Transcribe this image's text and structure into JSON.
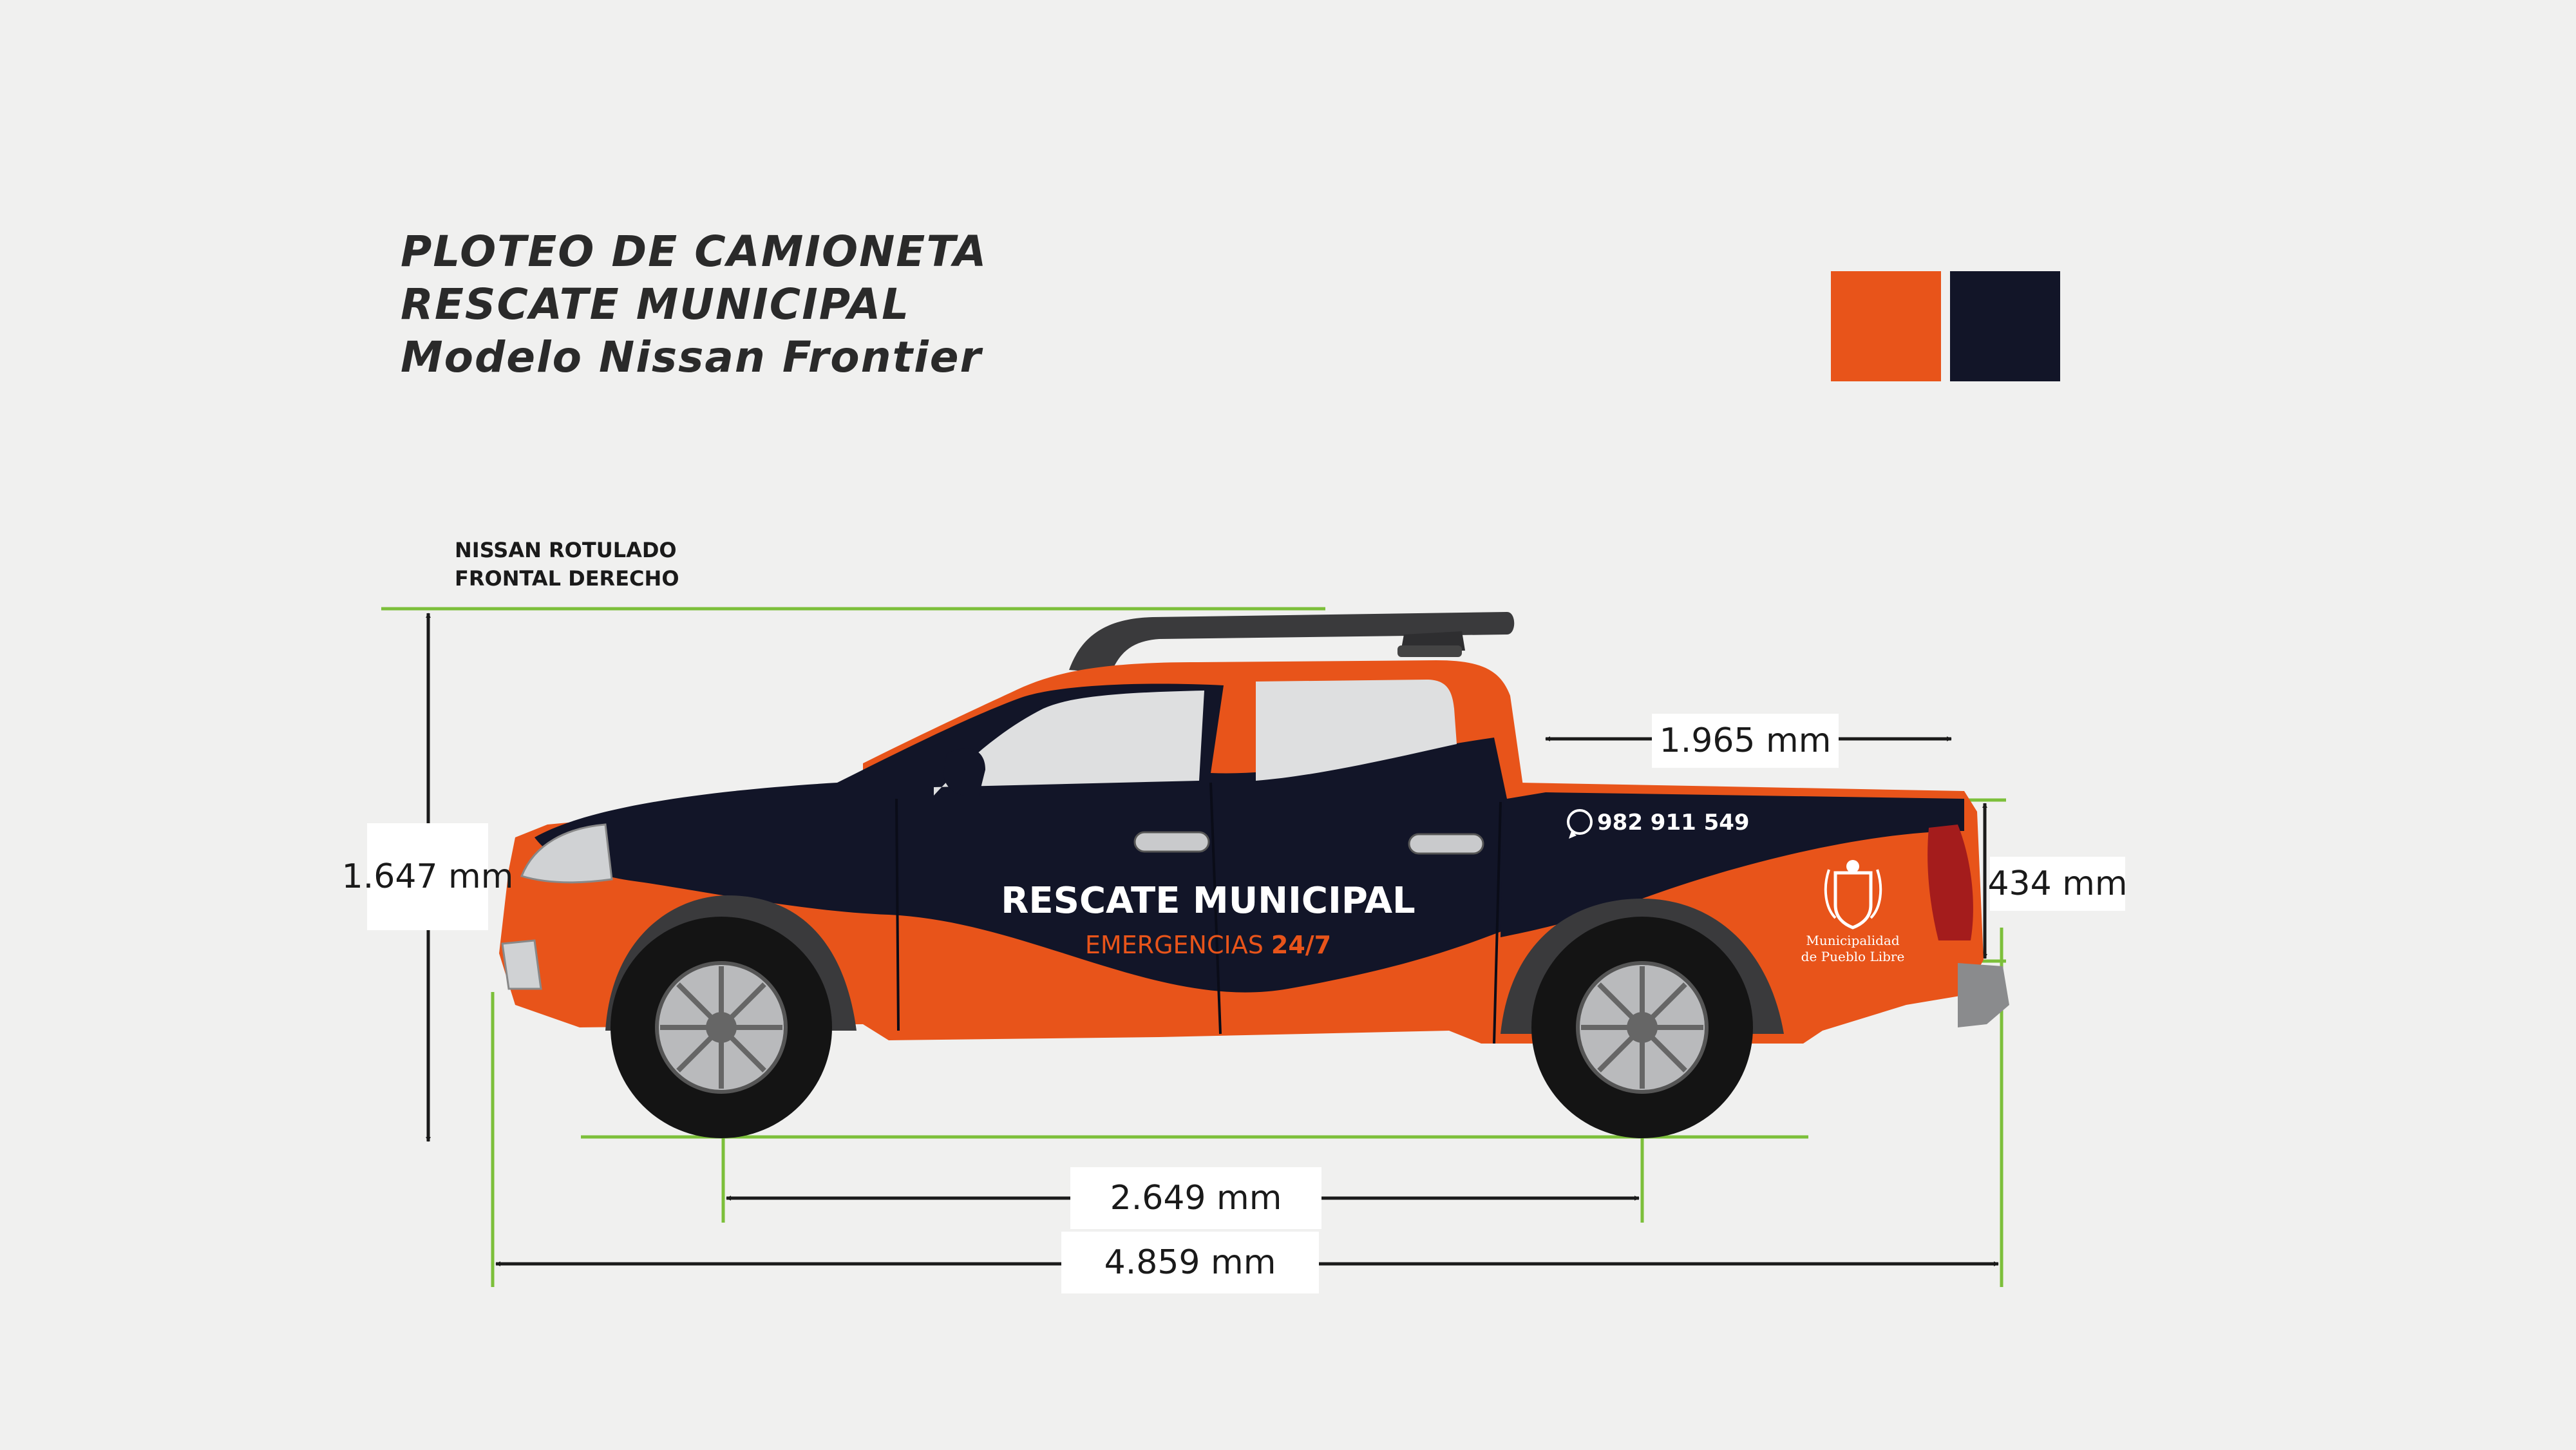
{
  "title": {
    "line1": "PLOTEO DE CAMIONETA",
    "line2": "RESCATE MUNICIPAL",
    "line3": "Modelo Nissan Frontier"
  },
  "palette": {
    "orange": "#e8541a",
    "navy": "#121528",
    "guide_green": "#7cbf3a"
  },
  "view_label": {
    "line1": "NISSAN ROTULADO",
    "line2": "FRONTAL DERECHO"
  },
  "dimensions": {
    "height": "1.647 mm",
    "bed_length": "1.965 mm",
    "bed_height": "434 mm",
    "wheelbase": "2.649 mm",
    "overall_length": "4.859 mm"
  },
  "wrap": {
    "phone": "982 911 549",
    "brand": "RESCATE MUNICIPAL",
    "tagline_prefix": "EMERGENCIAS ",
    "tagline_accent": "24/7",
    "logo_line1": "Municipalidad",
    "logo_line2": "de Pueblo Libre"
  }
}
